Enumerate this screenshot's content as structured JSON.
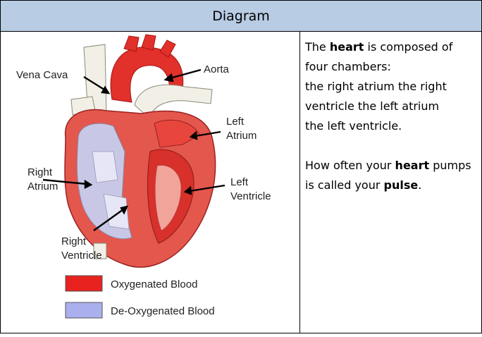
{
  "header": {
    "title": "Diagram"
  },
  "diagram": {
    "labels": {
      "vena_cava": "Vena Cava",
      "aorta": "Aorta",
      "left_atrium_1": "Left",
      "left_atrium_2": "Atrium",
      "right_atrium_1": "Right",
      "right_atrium_2": "Atrium",
      "left_ventricle_1": "Left",
      "left_ventricle_2": "Ventricle",
      "right_ventricle_1": "Right",
      "right_ventricle_2": "Ventricle"
    },
    "legend": [
      {
        "label": "Oxygenated Blood",
        "color": "#e8221f"
      },
      {
        "label": "De-Oxygenated Blood",
        "color": "#aab0ee"
      }
    ]
  },
  "text": {
    "p1_a": "The ",
    "p1_b": "heart",
    "p1_c": " is composed of four chambers:",
    "p2": "the right atrium the right ventricle the left atrium",
    "p3": "the left ventricle.",
    "p4_a": "How often your ",
    "p4_b": "heart",
    "p4_c": " pumps is called your ",
    "p4_d": "pulse",
    "p4_e": "."
  }
}
